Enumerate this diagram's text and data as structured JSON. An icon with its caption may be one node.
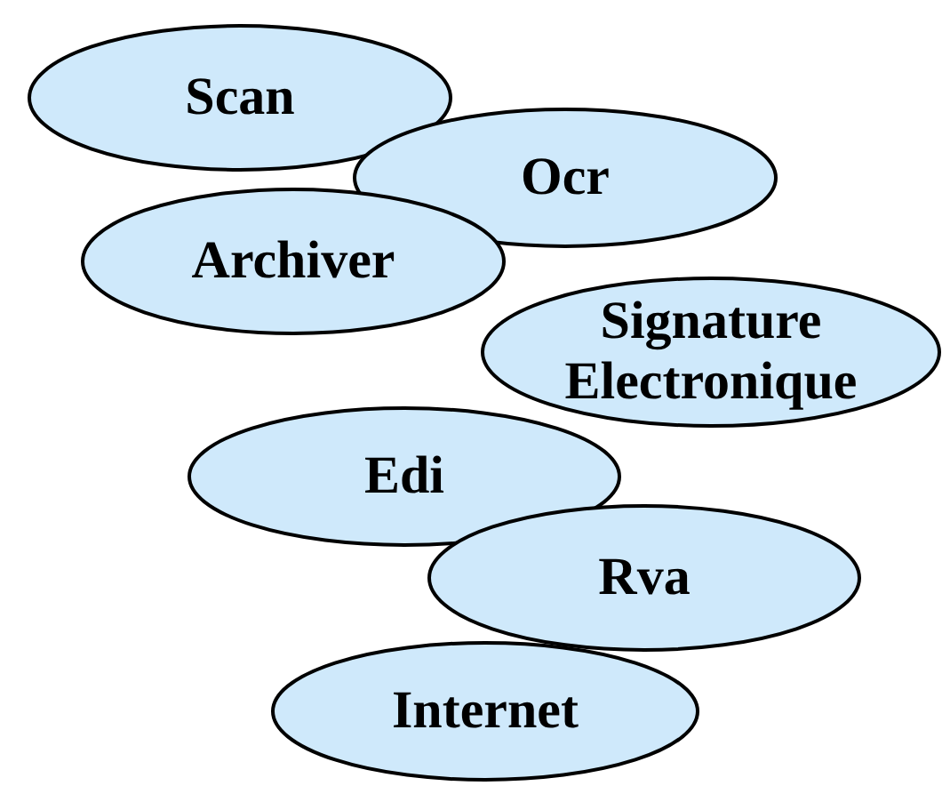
{
  "diagram": {
    "nodes": [
      {
        "text": [
          "Scan"
        ]
      },
      {
        "text": [
          "Ocr"
        ]
      },
      {
        "text": [
          "Archiver"
        ]
      },
      {
        "text": [
          "Signature Electronique"
        ]
      },
      {
        "text": [
          "Edi"
        ]
      },
      {
        "text": [
          "Rva"
        ]
      },
      {
        "text": [
          "Internet"
        ]
      }
    ],
    "edges": []
  }
}
